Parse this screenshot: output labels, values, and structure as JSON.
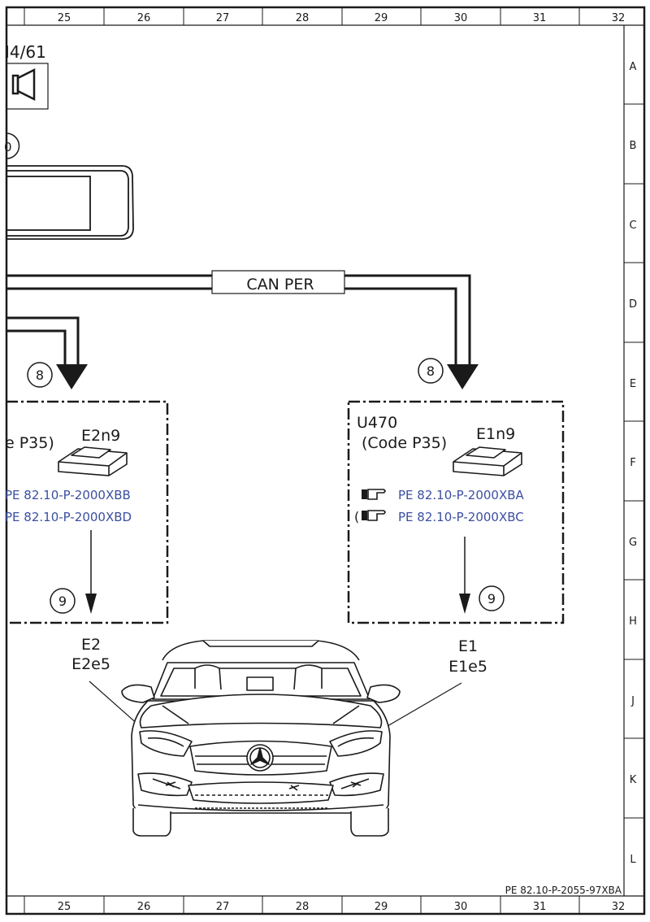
{
  "grid": {
    "columns": [
      "25",
      "26",
      "27",
      "28",
      "29",
      "30",
      "31",
      "32"
    ],
    "rows": [
      "A",
      "B",
      "C",
      "D",
      "E",
      "F",
      "G",
      "H",
      "J",
      "K",
      "L"
    ]
  },
  "top_left_ref": "I4/61",
  "circle_partial": "0",
  "bus_label": "CAN PER",
  "arrow_tag": "8",
  "lower_tag": "9",
  "left_module": {
    "code": "e P35)",
    "component": "E2n9",
    "ref1": "PE 82.10-P-2000XBB",
    "ref2": "PE 82.10-P-2000XBD"
  },
  "right_module": {
    "code_line1": "U470",
    "code_line2": "(Code P35)",
    "component": "E1n9",
    "ref1": "PE 82.10-P-2000XBA",
    "ref2_prefix": "(",
    "ref2": "PE 82.10-P-2000XBC"
  },
  "left_lamp": {
    "line1": "E2",
    "line2": "E2e5"
  },
  "right_lamp": {
    "line1": "E1",
    "line2": "E1e5"
  },
  "doc_ref": "PE 82.10-P-2055-97XBA",
  "icons": [
    "speaker-icon",
    "pointing-hand-icon",
    "control-unit-icon",
    "vehicle-front-view"
  ],
  "colors": {
    "line": "#1a1a1a",
    "link": "#3b4fa0"
  }
}
